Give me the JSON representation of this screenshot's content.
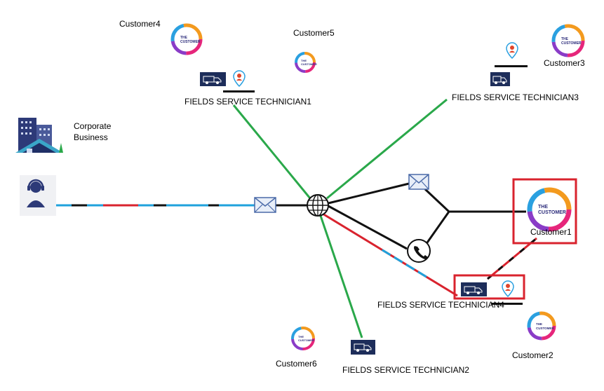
{
  "labels": {
    "corporate_line1": "Corporate",
    "corporate_line2": "Business",
    "tech1": "FIELDS SERVICE TECHNICIAN1",
    "tech2": "FIELDS SERVICE TECHNICIAN2",
    "tech3": "FIELDS SERVICE TECHNICIAN3",
    "tech4": "FIELDS SERVICE TECHNICIAN4",
    "customer1": "Customer1",
    "customer2": "Customer2",
    "customer3": "Customer3",
    "customer4": "Customer4",
    "customer5": "Customer5",
    "customer6": "Customer6"
  },
  "logo_text": {
    "line1": "THE",
    "line2": "CUSTOMER"
  },
  "icons": {
    "hub": "globe-icon",
    "email": "envelope-icon",
    "phone": "phone-icon",
    "truck": "delivery-truck-icon",
    "pin": "location-pin-icon",
    "agent": "headset-agent-icon",
    "building": "office-building-icon"
  },
  "colors": {
    "green_link": "#2aa84a",
    "black_link": "#111111",
    "red_link": "#d9232e",
    "blue_link": "#1fa2dc",
    "highlight_box": "#d9232e",
    "truck_panel": "#1d2d5a",
    "pin": "#e0452a",
    "logo_pink": "#e6267b",
    "logo_purple": "#8a3cc7",
    "logo_blue": "#2aa0e0",
    "logo_orange": "#f39a1e"
  }
}
